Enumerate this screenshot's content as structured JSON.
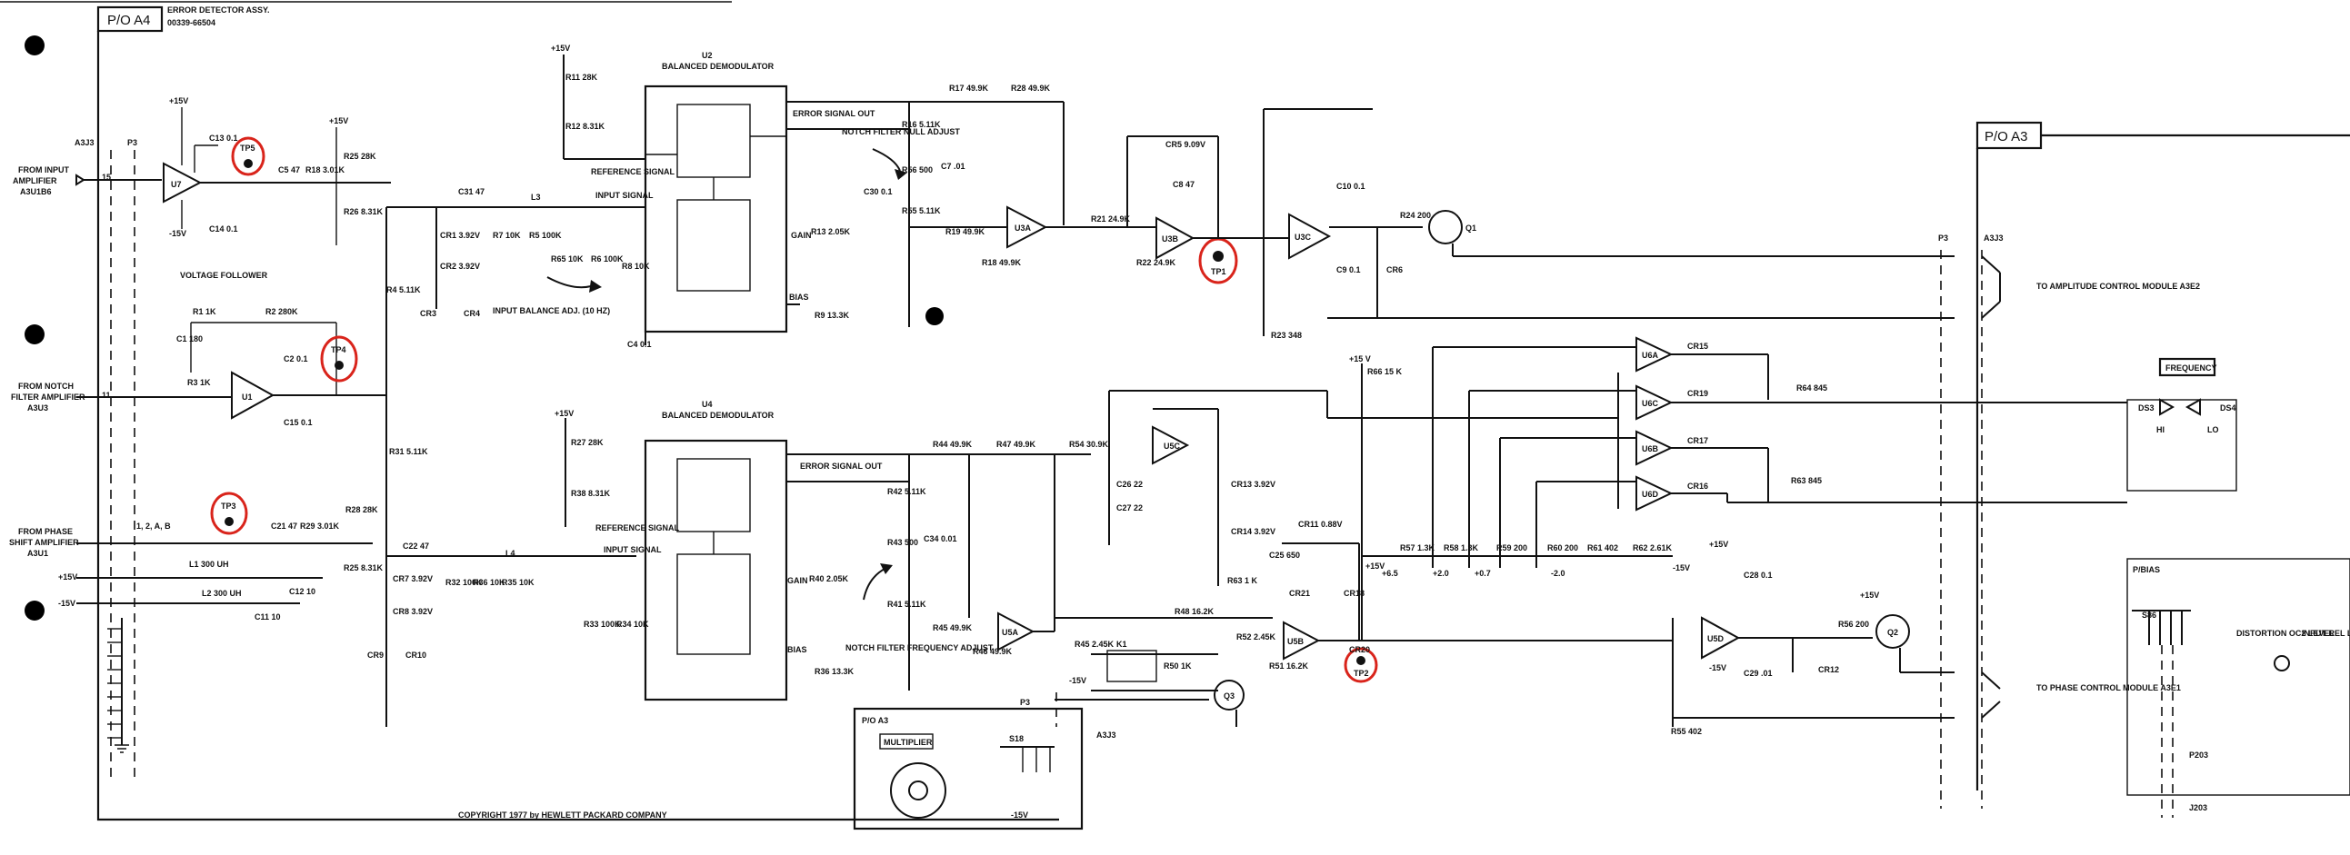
{
  "header": {
    "part_label": "P/O A4",
    "assembly_name": "ERROR DETECTOR ASSY.",
    "assembly_number": "00339-66504"
  },
  "right_block": {
    "part_label": "P/O A3"
  },
  "multiplier_block": {
    "part_label": "P/O A3",
    "title": "MULTIPLIER",
    "switch": "S18"
  },
  "copyright": "COPYRIGHT 1977 by HEWLETT PACKARD COMPANY",
  "connectors": {
    "p3_left": "P3",
    "a3j3_left": "A3J3",
    "p3_right": "P3",
    "a3j3_right": "A3J3",
    "p3_mid": "P3",
    "a3j3_mid": "A3J3"
  },
  "inputs": [
    {
      "name": "FROM INPUT AMPLIFIER A3U1B6",
      "pin": "15"
    },
    {
      "name": "FROM NOTCH FILTER AMPLIFIER A3U3",
      "pin": "11"
    },
    {
      "name": "FROM PHASE SHIFT AMPLIFIER A3U1",
      "pin": "1, 2, A, B"
    }
  ],
  "supply_pins": {
    "plus": "+15V",
    "minus": "-15V"
  },
  "test_points": [
    "TP5",
    "TP4",
    "TP3",
    "TP1",
    "TP2"
  ],
  "demodulators": [
    {
      "ref": "U2",
      "title": "BALANCED DEMODULATOR",
      "ref_signal": "REFERENCE SIGNAL",
      "input_signal": "INPUT SIGNAL",
      "output": "ERROR SIGNAL OUT",
      "gain": "GAIN",
      "bias": "BIAS"
    },
    {
      "ref": "U4",
      "title": "BALANCED DEMODULATOR",
      "ref_signal": "REFERENCE SIGNAL",
      "input_signal": "INPUT SIGNAL",
      "output": "ERROR SIGNAL OUT",
      "gain": "GAIN",
      "bias": "BIAS"
    }
  ],
  "annotations": {
    "voltage_follower": "VOLTAGE FOLLOWER",
    "notch_null": "NOTCH FILTER NULL ADJUST",
    "notch_freq": "NOTCH FILTER FREQUENCY ADJUST",
    "input_balance": "INPUT BALANCE ADJ. (10 HZ)",
    "to_amplitude": "TO AMPLITUDE CONTROL MODULE A3E2",
    "to_phase": "TO PHASE CONTROL MODULE A3E1",
    "frequency": "FREQUENCY",
    "hi": "HI",
    "lo": "LO",
    "ds3": "DS3",
    "ds4": "DS4",
    "p_bias": "P/BIAS",
    "distortion_level": "DISTORTION OC2 LEVEL",
    "input_level": "INPUT REL LEVEL",
    "s86": "S86",
    "p203": "P203",
    "j203": "J203"
  },
  "components": {
    "r11": "R11 28K",
    "r12": "R12 8.31K",
    "r25": "R25 28K",
    "r26": "R26 8.31K",
    "r18": "R18 3.01K",
    "c5": "C5 47",
    "c13": "C13 0.1",
    "c14": "C14 0.1",
    "u7": "U7",
    "r1": "R1 1K",
    "r2": "R2 280K",
    "r3": "R3 1K",
    "c1": "C1 180",
    "c2": "C2 0.1",
    "c15": "C15 0.1",
    "u1": "U1",
    "r4": "R4 5.11K",
    "c31": "C31 47",
    "cr1": "CR1 3.92V",
    "cr2": "CR2 3.92V",
    "cr3": "CR3",
    "cr4": "CR4",
    "r5": "R5 100K",
    "r65": "R65 10K",
    "r6": "R6 100K",
    "r8": "R8 10K",
    "r7": "R7 10K",
    "c4": "C4 0.1",
    "l3": "L3",
    "l4": "L4",
    "r13": "R13 2.05K",
    "r9": "R9 13.3K",
    "r17": "R17 49.9K",
    "r28": "R28 49.9K",
    "r16": "R16 5.11K",
    "r56": "R56 500",
    "r55": "R55 5.11K",
    "c7": "C7 .01",
    "c30": "C30 0.1",
    "r19": "R19 49.9K",
    "r18b": "R18 49.9K",
    "u3a": "U3A",
    "r21": "R21 24.9K",
    "cr5": "CR5 9.09V",
    "c8": "C8 47",
    "r22": "R22 24.9K",
    "u3b": "U3B",
    "c10": "C10 0.1",
    "c9": "C9 0.1",
    "cr6": "CR6",
    "u3c": "U3C",
    "r24": "R24 200",
    "q1": "Q1",
    "r23": "R23 348",
    "r31": "R31 5.11K",
    "r27": "R27 28K",
    "r38": "R38 8.31K",
    "r29": "R29 3.01K",
    "c21": "C21 47",
    "r28b": "R28 28K",
    "r25b": "R25 8.31K",
    "c22": "C22 47",
    "cr7": "CR7 3.92V",
    "cr8": "CR8 3.92V",
    "cr9": "CR9",
    "cr10": "CR10",
    "r32": "R32 100K",
    "r36": "R36 10K",
    "r35": "R35 10K",
    "r33": "R33 100K",
    "r34": "R34 10K",
    "l1": "L1 300 UH",
    "l2": "L2 300 UH",
    "c11": "C11 10",
    "c12": "C12 10",
    "r40": "R40 2.05K",
    "r36b": "R36 13.3K",
    "r44": "R44 49.9K",
    "r47": "R47 49.9K",
    "r54": "R54 30.9K",
    "r42": "R42 5.11K",
    "r43": "R43 500",
    "r41": "R41 5.11K",
    "c34": "C34 0.01",
    "r45": "R45 49.9K",
    "r46": "R46 49.9K",
    "u5a": "U5A",
    "c26": "C26 22",
    "c27": "C27 22",
    "cr13": "CR13 3.92V",
    "cr14": "CR14 3.92V",
    "u5c": "U5C",
    "r63": "R63 1 K",
    "r48": "R48 16.2K",
    "cr11": "CR11 0.88V",
    "c25": "C25 650",
    "r45b": "R45 2.45K",
    "k1": "K1",
    "r50": "R50 1K",
    "r52": "R52 2.45K",
    "r51": "R51 16.2K",
    "u5b": "U5B",
    "q3": "Q3",
    "cr21": "CR21",
    "cr18": "CR18",
    "cr20": "CR20",
    "r66": "R66 15 K",
    "u6a": "U6A",
    "u6c": "U6C",
    "u6b": "U6B",
    "u6d": "U6D",
    "cr15": "CR15",
    "cr19": "CR19",
    "cr17": "CR17",
    "cr16": "CR16",
    "r64": "R64 845",
    "r63b": "R63 845",
    "r57": "R57 1.3K",
    "r58": "R58 1.3K",
    "r59": "R59 200",
    "r60": "R60 200",
    "r61": "R61 402",
    "r62": "R62 2.61K",
    "c28": "C28 0.1",
    "c29": "C29 .01",
    "u5d": "U5D",
    "cr12": "CR12",
    "r56b": "R56 200",
    "q2": "Q2",
    "r55b": "R55 402",
    "v1": "+6.5",
    "v2": "+2.0",
    "v3": "+0.7",
    "v4": "-2.0",
    "v5": "-15V"
  }
}
